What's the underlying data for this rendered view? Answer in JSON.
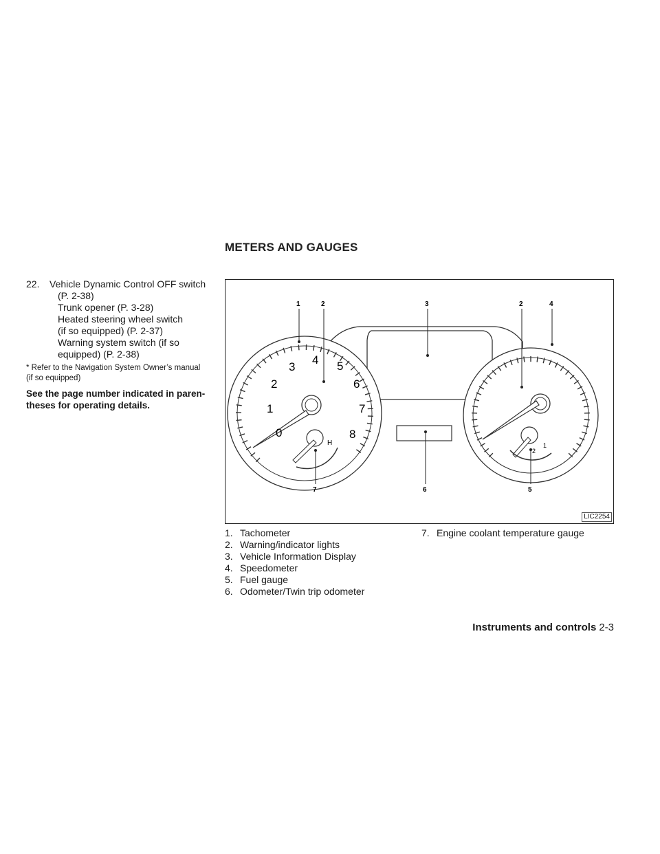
{
  "header": {
    "section_title": "METERS AND GAUGES"
  },
  "left_column": {
    "item_number": "22.",
    "item_lines": [
      "Vehicle Dynamic Control OFF switch",
      "(P. 2-38)",
      "Trunk opener (P. 3-28)",
      "Heated steering wheel switch",
      "(if so equipped) (P. 2-37)",
      "Warning system switch (if so",
      "equipped) (P. 2-38)"
    ],
    "footnote_line1": "* Refer to the Navigation System Owner’s manual",
    "footnote_line2": "(if so equipped)",
    "note_line1": "See the page number indicated in paren-",
    "note_line2": "theses for operating details."
  },
  "figure": {
    "id": "LIC2254",
    "callouts": [
      "1",
      "2",
      "3",
      "2",
      "4",
      "7",
      "6",
      "5"
    ],
    "tach_numbers": [
      "0",
      "1",
      "2",
      "3",
      "4",
      "5",
      "6",
      "7",
      "8"
    ],
    "temp_mark": "H",
    "fuel_marks": [
      "2",
      "1"
    ]
  },
  "legend": {
    "col1": [
      {
        "num": "1.",
        "label": "Tachometer"
      },
      {
        "num": "2.",
        "label": "Warning/indicator lights"
      },
      {
        "num": "3.",
        "label": "Vehicle Information Display"
      },
      {
        "num": "4.",
        "label": "Speedometer"
      },
      {
        "num": "5.",
        "label": "Fuel gauge"
      },
      {
        "num": "6.",
        "label": "Odometer/Twin trip odometer"
      }
    ],
    "col2": [
      {
        "num": "7.",
        "label": "Engine coolant temperature gauge"
      }
    ]
  },
  "footer": {
    "section": "Instruments and controls",
    "page": "2-3"
  }
}
